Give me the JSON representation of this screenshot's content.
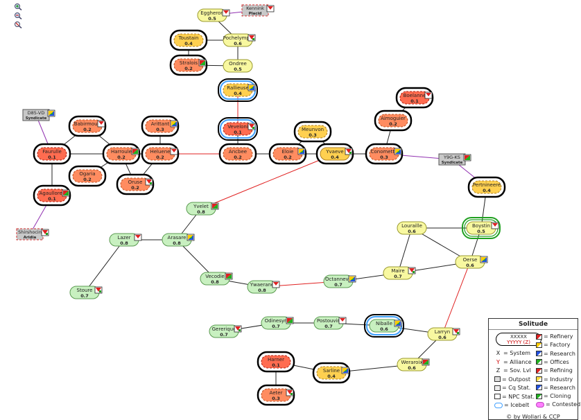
{
  "region": {
    "name": "Solitude"
  },
  "toolbar": {
    "icons": [
      "zoom-in-icon",
      "zoom-out-icon",
      "reset-icon"
    ]
  },
  "colors": {
    "sec_high_green": "#c8f0c0",
    "sec_mid_yellow": "#f8f8a0",
    "sec_orange": "#ffd050",
    "sec_low": "#ff8c60",
    "sec_null_red": "#ff6c50",
    "jump_red": "#e02020",
    "jump_purple": "#9030b0",
    "outpost_gray": "#c8c8c8",
    "icebelt": "#40a0ff",
    "contested": "#ff80ff"
  },
  "systems": [
    {
      "id": "eggheron",
      "name": "Eggheron",
      "sec": "0.5"
    },
    {
      "id": "toustain",
      "name": "Toustain",
      "sec": "0.4"
    },
    {
      "id": "pochelympe",
      "name": "Pochelympe",
      "sec": "0.6"
    },
    {
      "id": "stralois",
      "name": "Stralois",
      "sec": "0.2"
    },
    {
      "id": "ondree",
      "name": "Ondree",
      "sec": "0.5"
    },
    {
      "id": "rallieuse",
      "name": "Rallieuse",
      "sec": "0.4"
    },
    {
      "id": "veveloni",
      "name": "Veveloni",
      "sec": "0.1"
    },
    {
      "id": "ancbee",
      "name": "Ancbee",
      "sec": "0.2"
    },
    {
      "id": "babirmoult",
      "name": "Babirmoult",
      "sec": "0.2"
    },
    {
      "id": "arittant",
      "name": "Arittant",
      "sec": "0.3"
    },
    {
      "id": "faurulle",
      "name": "Faurulle",
      "sec": "0.1"
    },
    {
      "id": "harroule",
      "name": "Harroule",
      "sec": "0.2"
    },
    {
      "id": "heluene",
      "name": "Heluene",
      "sec": "0.2"
    },
    {
      "id": "ogaria",
      "name": "Ogaria",
      "sec": "0.2"
    },
    {
      "id": "oruse",
      "name": "Oruse",
      "sec": "0.2"
    },
    {
      "id": "agaullores",
      "name": "Agaullores",
      "sec": "0.1"
    },
    {
      "id": "meunvon",
      "name": "Meunvon",
      "sec": "0.3"
    },
    {
      "id": "eloie",
      "name": "Eloie",
      "sec": "0.2"
    },
    {
      "id": "yvaeve",
      "name": "Yvaeve",
      "sec": "0.4"
    },
    {
      "id": "aimoguier",
      "name": "Aimoguier",
      "sec": "0.2"
    },
    {
      "id": "boelanne",
      "name": "Boelanne",
      "sec": "0.1"
    },
    {
      "id": "conomette",
      "name": "Conomette",
      "sec": "0.3"
    },
    {
      "id": "pertnineere",
      "name": "Pertnineere",
      "sec": "0.4"
    },
    {
      "id": "yvelet",
      "name": "Yvelet",
      "sec": "0.8"
    },
    {
      "id": "lazer",
      "name": "Lazer",
      "sec": "0.8"
    },
    {
      "id": "arasare",
      "name": "Arasare",
      "sec": "0.8"
    },
    {
      "id": "stoure",
      "name": "Stoure",
      "sec": "0.7"
    },
    {
      "id": "vecodie",
      "name": "Vecodie",
      "sec": "0.8"
    },
    {
      "id": "ywaerane",
      "name": "Ywaerane",
      "sec": "0.8"
    },
    {
      "id": "octanneve",
      "name": "Octanneve",
      "sec": "0.7"
    },
    {
      "id": "maire",
      "name": "Maire",
      "sec": "0.7"
    },
    {
      "id": "louraille",
      "name": "Louraille",
      "sec": "0.6"
    },
    {
      "id": "boystin",
      "name": "Boystin",
      "sec": "0.5"
    },
    {
      "id": "oerse",
      "name": "Oerse",
      "sec": "0.6"
    },
    {
      "id": "gererique",
      "name": "Gererique",
      "sec": "0.7"
    },
    {
      "id": "odinesyn",
      "name": "Odinesyn",
      "sec": "0.7"
    },
    {
      "id": "postouvin",
      "name": "Postouvin",
      "sec": "0.7"
    },
    {
      "id": "niballe",
      "name": "Niballe",
      "sec": "0.6"
    },
    {
      "id": "larryn",
      "name": "Larryn",
      "sec": "0.6"
    },
    {
      "id": "weraroix",
      "name": "Weraroix",
      "sec": "0.6"
    },
    {
      "id": "harner",
      "name": "Harner",
      "sec": "0.1"
    },
    {
      "id": "sarline",
      "name": "Sarline",
      "sec": "0.4"
    },
    {
      "id": "aeter",
      "name": "Aeter",
      "sec": "0.3"
    }
  ],
  "outposts": [
    {
      "id": "kennink",
      "name": "Kennink",
      "sub": "Placid"
    },
    {
      "id": "d85vd",
      "name": "D85-VD",
      "sub": "Syndicate"
    },
    {
      "id": "shirshocin",
      "name": "Shirshocin",
      "sub": "Aridia"
    },
    {
      "id": "y9gks",
      "name": "Y9G-KS",
      "sub": "Syndicate"
    }
  ],
  "legend": {
    "title": "Solitude",
    "sample_name": "XXXXX",
    "sample_sub": "YYYYY (Z)",
    "left": [
      "X = System",
      "Y = Alliance",
      "Z = Sov. Lvl",
      "= Outpost",
      "= Cq Stat.",
      "= NPC Stat.",
      "= Icebelt"
    ],
    "left_marks": [
      "X",
      "Y",
      "Z"
    ],
    "right": [
      "= Refinery",
      "= Factory",
      "= Research",
      "= Offices",
      "= Refining",
      "= Industry",
      "= Research",
      "= Cloning",
      "= Contested"
    ],
    "credit": "© by Wollari & CCP"
  }
}
